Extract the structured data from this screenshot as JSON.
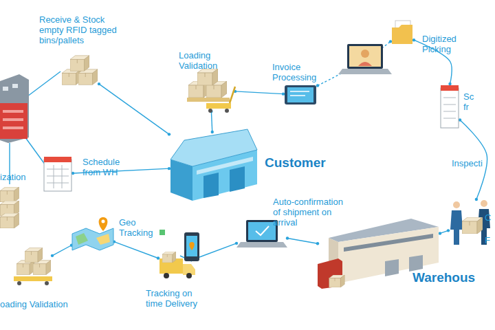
{
  "diagram": {
    "nodes": [
      {
        "text": [
          "Receive & Stock empty RFID tagged bins/pallets"
        ]
      },
      {
        "text": [
          "Loading Validation"
        ]
      },
      {
        "text": [
          "Invoice Processing"
        ]
      },
      {
        "text": [
          "Digitized Picking"
        ]
      },
      {
        "text": [
          "Sc fr"
        ]
      },
      {
        "text": [
          "Customer"
        ]
      },
      {
        "text": [
          "ization"
        ]
      },
      {
        "text": [
          "Schedule from WH"
        ]
      },
      {
        "text": [
          "Inspecti"
        ]
      },
      {
        "text": [
          "Geo Tracking"
        ]
      },
      {
        "text": [
          "Auto-confirmation of shipment on arrival"
        ]
      },
      {
        "text": [
          "Warehous"
        ]
      },
      {
        "text": [
          "oading Validation"
        ]
      },
      {
        "text": [
          "Tracking on time Delivery"
        ]
      }
    ],
    "edges": [
      {
        "from": 0,
        "to": 5,
        "arrow": "none"
      },
      {
        "from": 1,
        "to": 5,
        "arrow": "none"
      },
      {
        "from": 1,
        "to": 2,
        "arrow": "none"
      },
      {
        "from": 2,
        "to": 3,
        "arrow": "none"
      },
      {
        "from": 3,
        "to": 4,
        "arrow": "none"
      },
      {
        "from": 4,
        "to": 8,
        "arrow": "none"
      },
      {
        "from": 7,
        "to": 5,
        "arrow": "none"
      },
      {
        "from": 12,
        "to": 9,
        "arrow": "none"
      },
      {
        "from": 9,
        "to": 13,
        "arrow": "none"
      },
      {
        "from": 13,
        "to": 10,
        "arrow": "none"
      },
      {
        "from": 10,
        "to": 11,
        "arrow": "none"
      },
      {
        "from": 11,
        "to": 8,
        "arrow": "none"
      }
    ],
    "labels": [
      "C",
      "F"
    ]
  }
}
